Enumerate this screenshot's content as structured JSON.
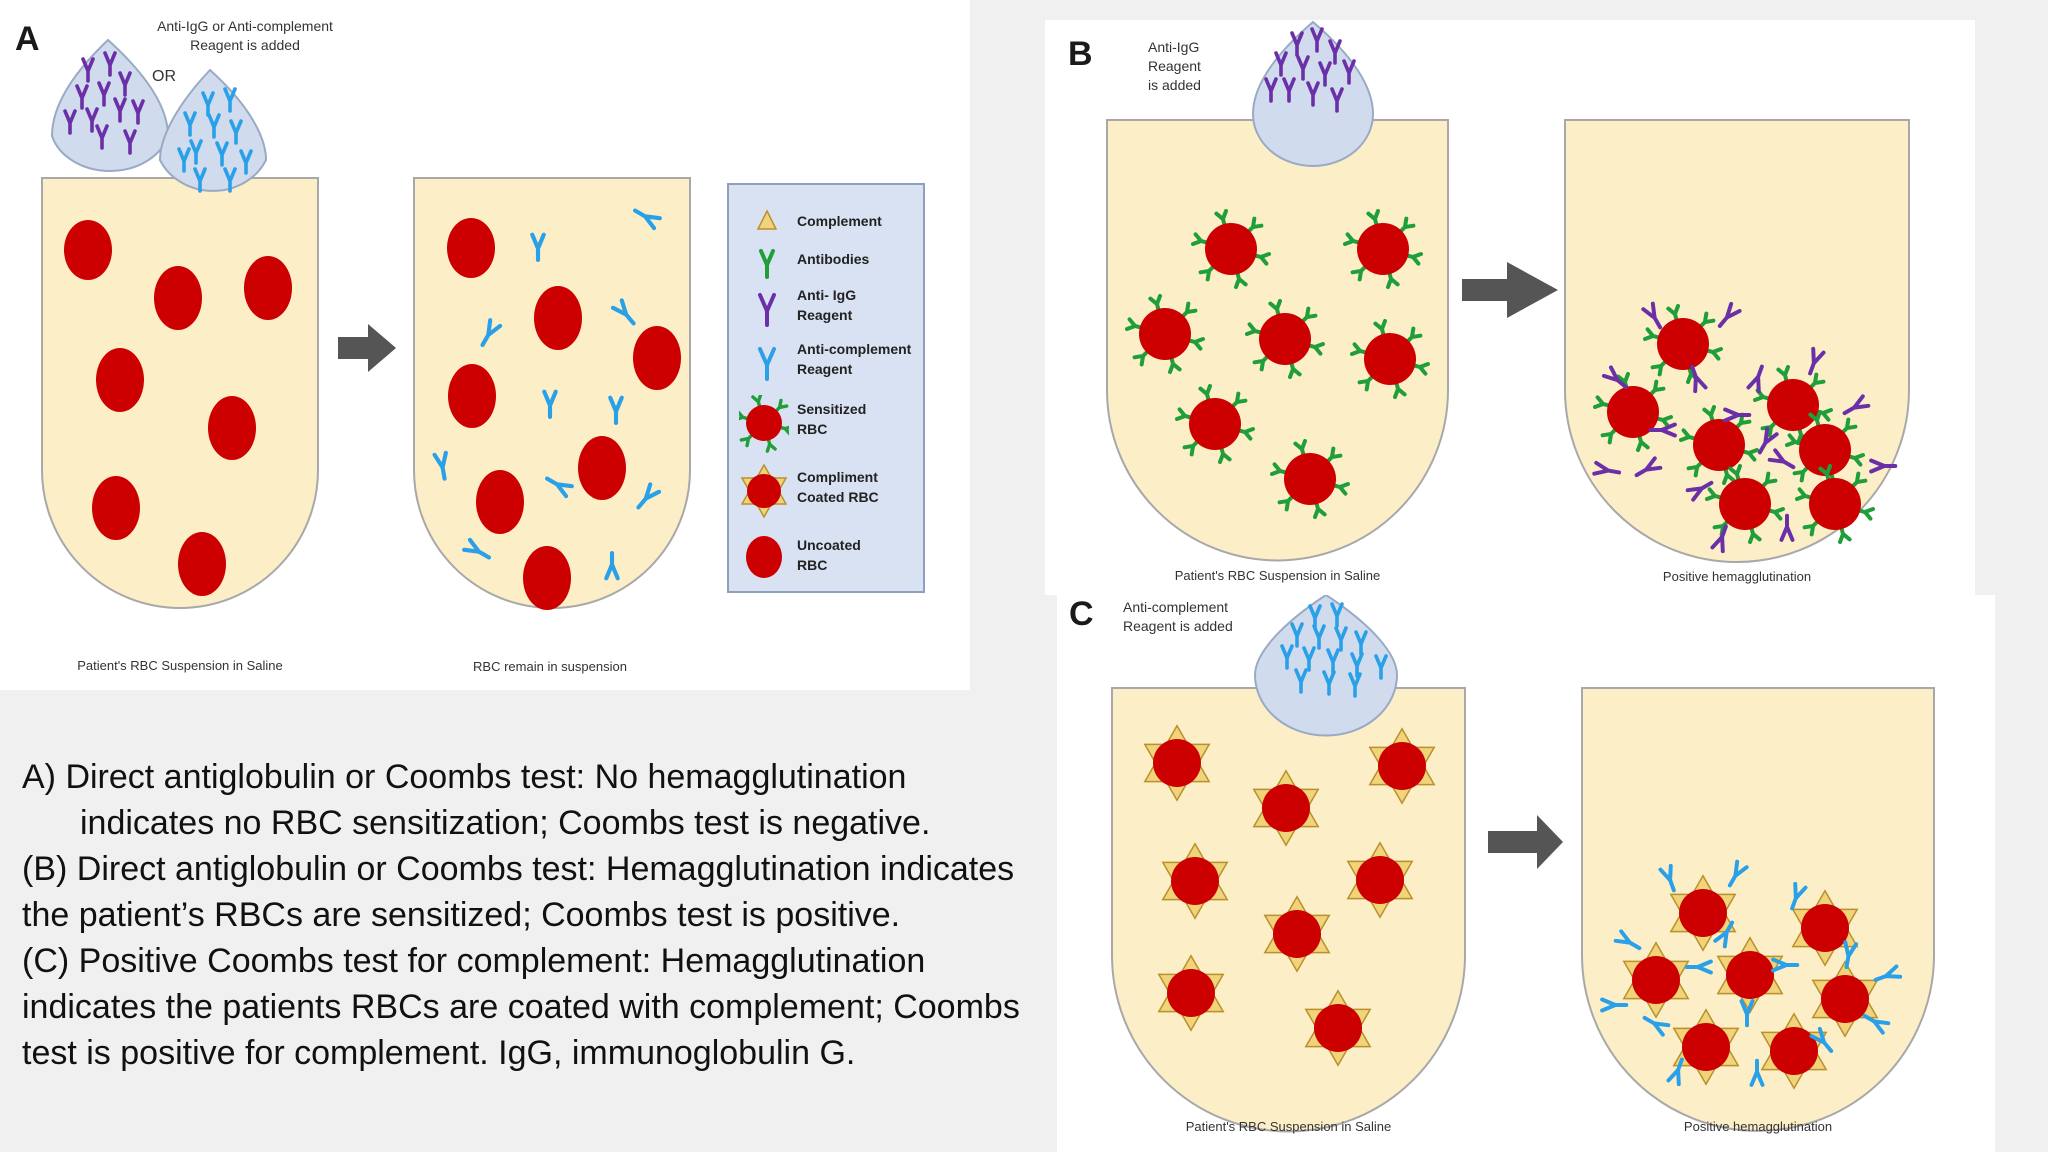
{
  "panel_a": {
    "label": "A",
    "reagent_note": "Anti-IgG or Anti-complement\nReagent is added",
    "or_text": "OR",
    "left_caption": "Patient's RBC Suspension in Saline",
    "right_caption": "RBC remain in suspension"
  },
  "legend": {
    "items": [
      {
        "label": "Complement",
        "icon": "triangle-icon"
      },
      {
        "label": "Antibodies",
        "icon": "antibody-icon"
      },
      {
        "label": "Anti- IgG\nReagent",
        "icon": "anti-igg-icon"
      },
      {
        "label": "Anti-complement\nReagent",
        "icon": "anti-complement-icon"
      },
      {
        "label": "Sensitized\nRBC",
        "icon": "sensitized-rbc-icon"
      },
      {
        "label": "Compliment\nCoated RBC",
        "icon": "complement-coated-rbc-icon"
      },
      {
        "label": "Uncoated\nRBC",
        "icon": "uncoated-rbc-icon"
      }
    ]
  },
  "panel_b": {
    "label": "B",
    "reagent_note": "Anti-IgG\nReagent\nis added",
    "left_caption": "Patient's RBC Suspension in Saline",
    "right_caption": "Positive hemagglutination"
  },
  "panel_c": {
    "label": "C",
    "reagent_note": "Anti-complement\nReagent is added",
    "left_caption": "Patient's RBC Suspension in Saline",
    "right_caption": "Positive hemagglutination"
  },
  "caption": {
    "a_line1": "A)  Direct antiglobulin or Coombs test: No hemagglutination",
    "a_line2": "indicates no RBC sensitization; Coombs test is negative.",
    "b_text": " (B) Direct antiglobulin or Coombs test: Hemagglutination indicates the patient’s RBCs are sensitized; Coombs test is positive.",
    "c_text": " (C) Positive Coombs test for complement: Hemagglutination indicates the patients RBCs are coated with complement; Coombs test is positive for complement. IgG, immunoglobulin G."
  },
  "colors": {
    "tube_fill": "#fcefc8",
    "tube_stroke": "#a8a8a8",
    "rbc": "#cc0000",
    "antibody": "#1f9e3a",
    "anti_igg": "#6b2fa8",
    "anti_complement": "#2aa0e8",
    "complement": "#e0b04a",
    "drop_fill": "#d0dcee",
    "arrow": "#555555"
  }
}
